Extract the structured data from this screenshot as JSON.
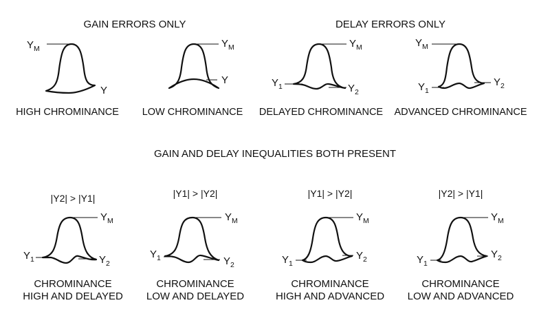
{
  "headings": {
    "gain_only": "GAIN ERRORS ONLY",
    "delay_only": "DELAY ERRORS ONLY",
    "both_present": "GAIN AND DELAY INEQUALITIES BOTH PRESENT"
  },
  "top_row": [
    {
      "caption": "HIGH CHROMINANCE",
      "labels": [
        "Y",
        "Y"
      ],
      "subs": [
        "M",
        ""
      ]
    },
    {
      "caption": "LOW CHROMINANCE",
      "labels": [
        "Y",
        "Y"
      ],
      "subs": [
        "M",
        ""
      ]
    },
    {
      "caption": "DELAYED CHROMINANCE",
      "labels": [
        "Y",
        "Y",
        "Y"
      ],
      "subs": [
        "M",
        "1",
        "2"
      ]
    },
    {
      "caption": "ADVANCED CHROMINANCE",
      "labels": [
        "Y",
        "Y",
        "Y"
      ],
      "subs": [
        "M",
        "1",
        "2"
      ]
    }
  ],
  "bottom_row": [
    {
      "condition": "|Y2| > |Y1|",
      "caption_line1": "CHROMINANCE",
      "caption_line2": "HIGH AND DELAYED",
      "labels": [
        "Y",
        "Y",
        "Y"
      ],
      "subs": [
        "M",
        "1",
        "2"
      ]
    },
    {
      "condition": "|Y1| > |Y2|",
      "caption_line1": "CHROMINANCE",
      "caption_line2": "LOW AND DELAYED",
      "labels": [
        "Y",
        "Y",
        "Y"
      ],
      "subs": [
        "M",
        "1",
        "2"
      ]
    },
    {
      "condition": "|Y1| > |Y2|",
      "caption_line1": "CHROMINANCE",
      "caption_line2": "HIGH AND ADVANCED",
      "labels": [
        "Y",
        "Y",
        "Y"
      ],
      "subs": [
        "M",
        "1",
        "2"
      ]
    },
    {
      "condition": "|Y2| > |Y1|",
      "caption_line1": "CHROMINANCE",
      "caption_line2": "LOW AND ADVANCED",
      "labels": [
        "Y",
        "Y",
        "Y"
      ],
      "subs": [
        "M",
        "1",
        "2"
      ]
    }
  ]
}
